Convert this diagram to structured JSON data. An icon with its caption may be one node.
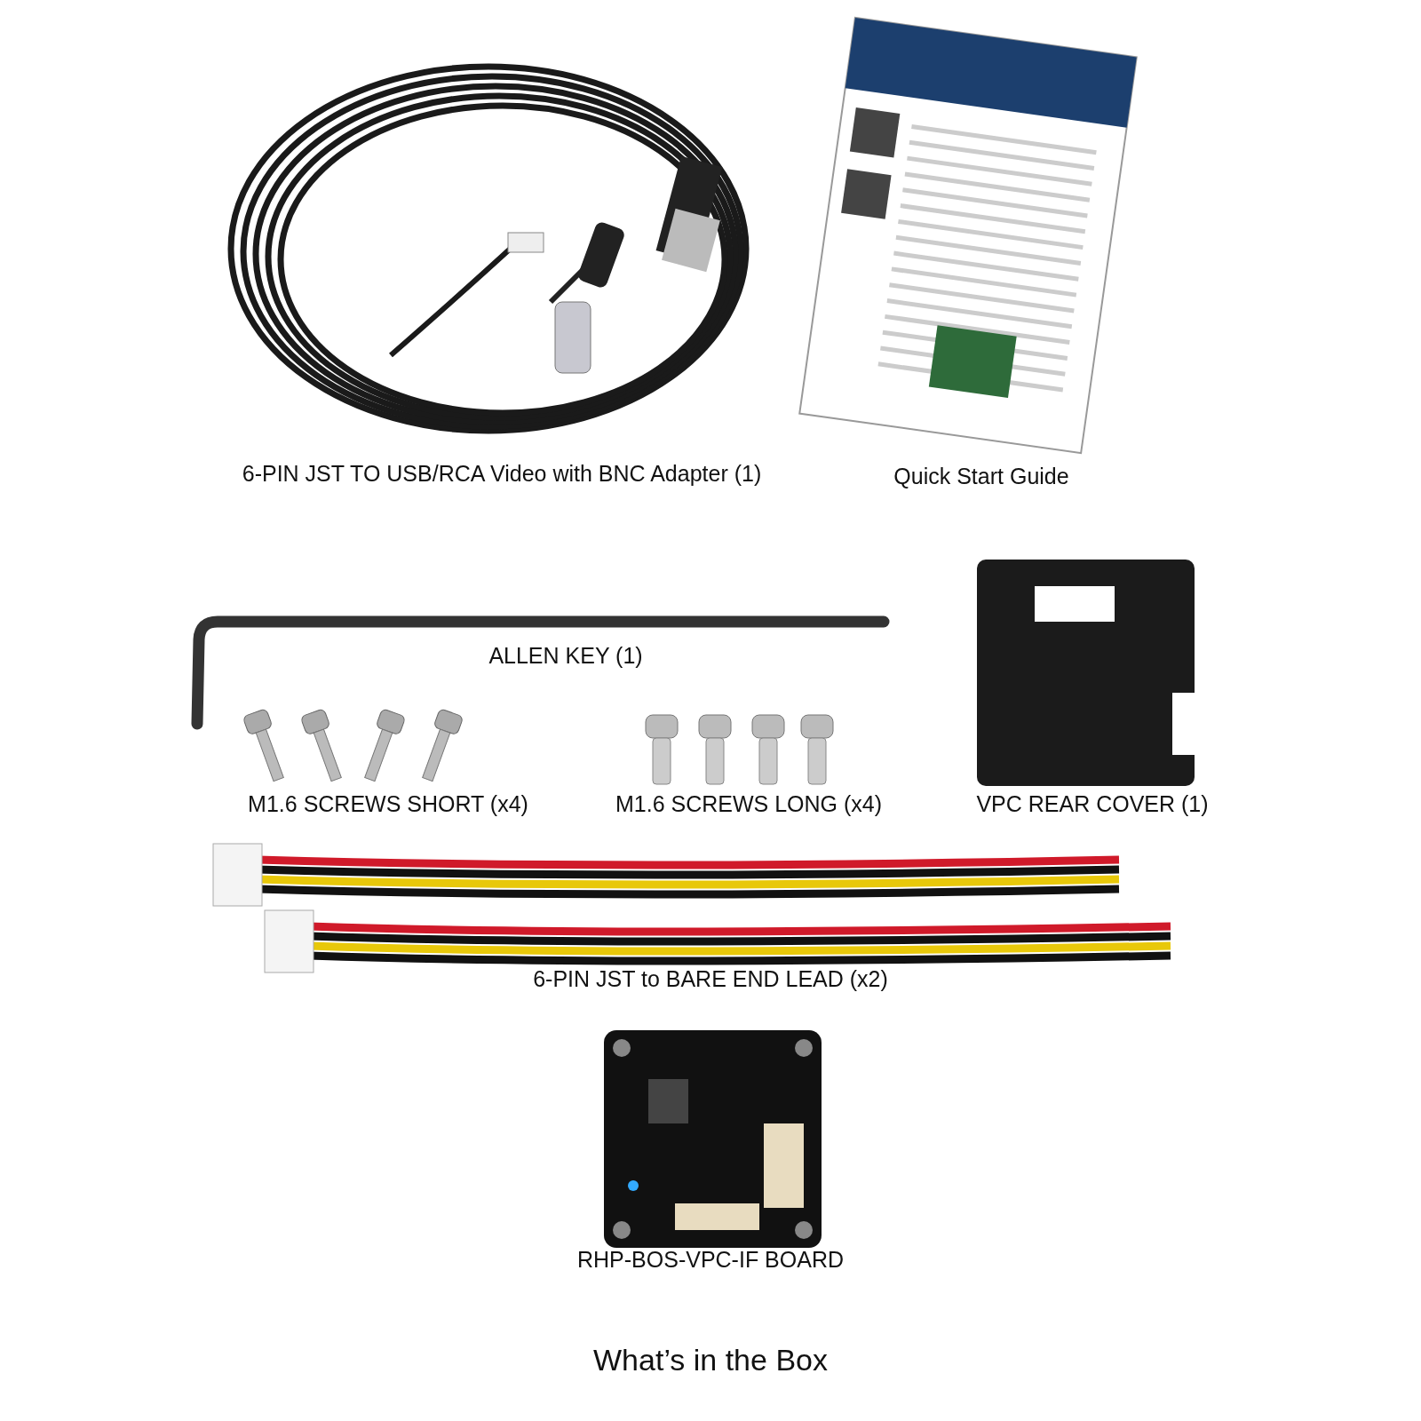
{
  "diagram": {
    "caption": "What’s in the Box",
    "labels": [
      "6-PIN JST TO USB/RCA Video with BNC Adapter (1)",
      "Quick Start Guide",
      "ALLEN KEY (1)",
      "M1.6 SCREWS SHORT (x4)",
      "M1.6 SCREWS LONG (x4)",
      "VPC REAR COVER (1)",
      "6-PIN JST to BARE END LEAD (x2)",
      "RHP-BOS-VPC-IF BOARD"
    ]
  }
}
